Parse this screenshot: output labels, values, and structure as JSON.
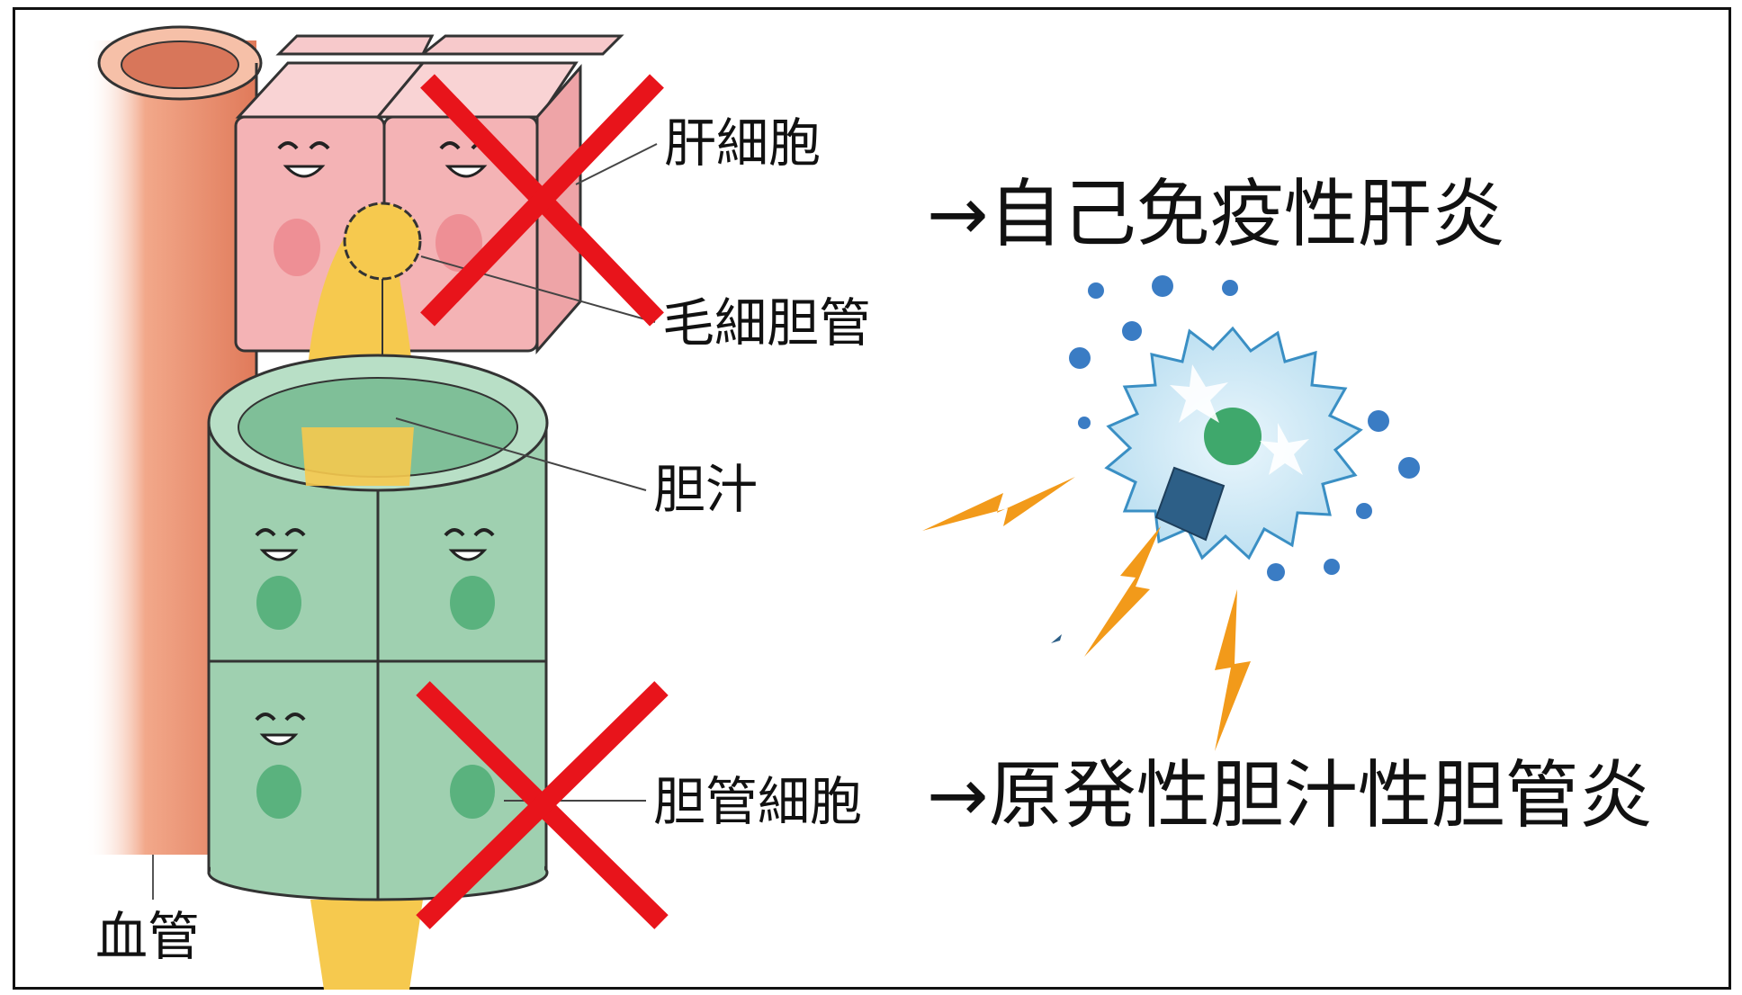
{
  "labels": {
    "hepatocyte": "肝細胞",
    "bile_canaliculus": "毛細胆管",
    "bile": "胆汁",
    "cholangiocyte": "胆管細胞",
    "blood_vessel": "血管"
  },
  "diseases": {
    "autoimmune_hepatitis": "→自己免疫性肝炎",
    "primary_biliary_cholangitis": "→原発性胆汁性胆管炎"
  },
  "icons": {
    "cross_mark": "red-x-icon",
    "immune_cell": "immune-cell-icon",
    "lightning": "lightning-icon"
  },
  "colors": {
    "cross": "#e8141b",
    "hepatocyte": "#f4b3b5",
    "cholangiocyte": "#9fd0b0",
    "bile": "#f6c94e",
    "vessel": "#e88a6b",
    "immune_cell": "#cfe9f6",
    "nucleus": "#3fa86c",
    "lightning": "#f29a1a",
    "dots": "#3a7cc4"
  }
}
